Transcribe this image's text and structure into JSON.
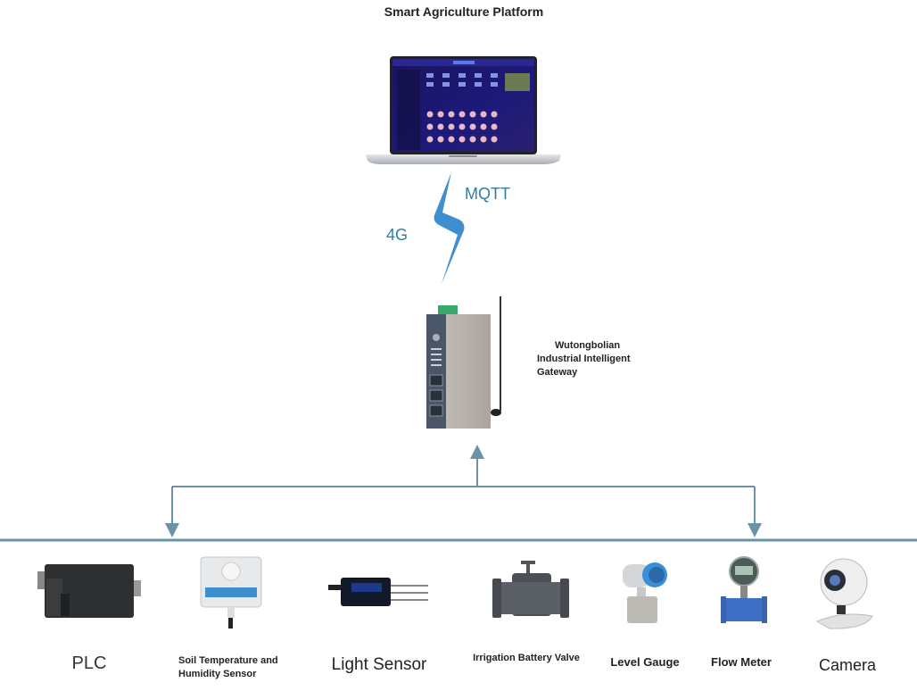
{
  "diagram": {
    "title": "Smart Agriculture Platform",
    "link": {
      "protocol_label": "MQTT",
      "network_label": "4G"
    },
    "gateway": {
      "label_line1": "Wutongbolian",
      "label_line2": "Industrial Intelligent",
      "label_line3": "Gateway"
    },
    "devices": [
      {
        "name": "PLC",
        "icon": "plc-icon"
      },
      {
        "name_line1": "Soil Temperature and",
        "name_line2": "Humidity Sensor",
        "icon": "soil-sensor-icon"
      },
      {
        "name": "Light Sensor",
        "icon": "light-sensor-icon"
      },
      {
        "name": "Irrigation Battery Valve",
        "icon": "valve-icon"
      },
      {
        "name": "Level Gauge",
        "icon": "level-gauge-icon"
      },
      {
        "name": "Flow Meter",
        "icon": "flow-meter-icon"
      },
      {
        "name": "Camera",
        "icon": "camera-icon"
      }
    ],
    "colors": {
      "line": "#6a93a8",
      "bolt": "#3f8fd0",
      "text_accent": "#2d7fa8"
    }
  }
}
